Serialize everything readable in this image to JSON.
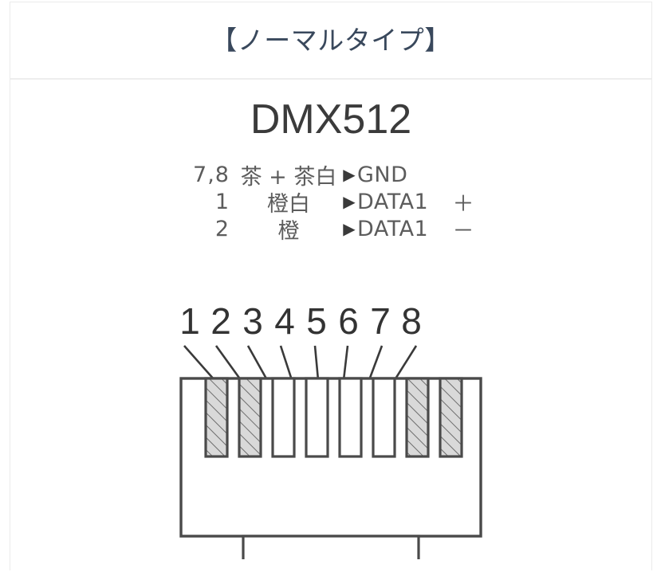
{
  "header": {
    "title": "【ノーマルタイプ】"
  },
  "diagram": {
    "title": "DMX512",
    "pin_assignments": [
      {
        "pins": "7,8",
        "wire_color": "茶 + 茶白",
        "arrow": "▶",
        "signal": "GND",
        "sign": ""
      },
      {
        "pins": "1",
        "wire_color": "橙白",
        "arrow": "▶",
        "signal": "DATA1",
        "sign": "＋"
      },
      {
        "pins": "2",
        "wire_color": "橙",
        "arrow": "▶",
        "signal": "DATA1",
        "sign": "－"
      }
    ],
    "connector": {
      "type": "RJ45",
      "pin_numbers": [
        "1",
        "2",
        "3",
        "4",
        "5",
        "6",
        "7",
        "8"
      ],
      "highlighted_pins": [
        1,
        2,
        7,
        8
      ],
      "line_color": "#4a4a4a",
      "hatch_fill": "#d8d8d8"
    }
  }
}
